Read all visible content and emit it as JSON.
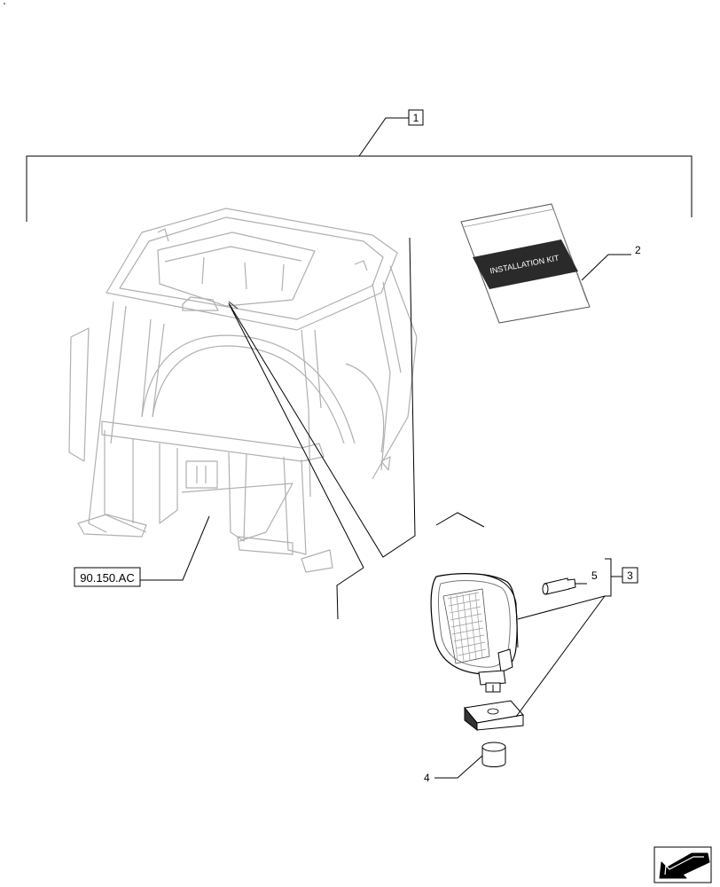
{
  "callouts": {
    "assembly": "1",
    "installation_kit_ref": "2",
    "lamp_kit": "3",
    "spacer": "4",
    "bulb": "5",
    "cab_ref": "90.150.AC"
  },
  "kit_booklet": {
    "title": "INSTALLATION KIT"
  },
  "icons": {
    "nav": "arrow-icon"
  },
  "colors": {
    "line": "#000000",
    "cab_outline": "#b0b0b0",
    "booklet_band": "#2a2a2a"
  }
}
